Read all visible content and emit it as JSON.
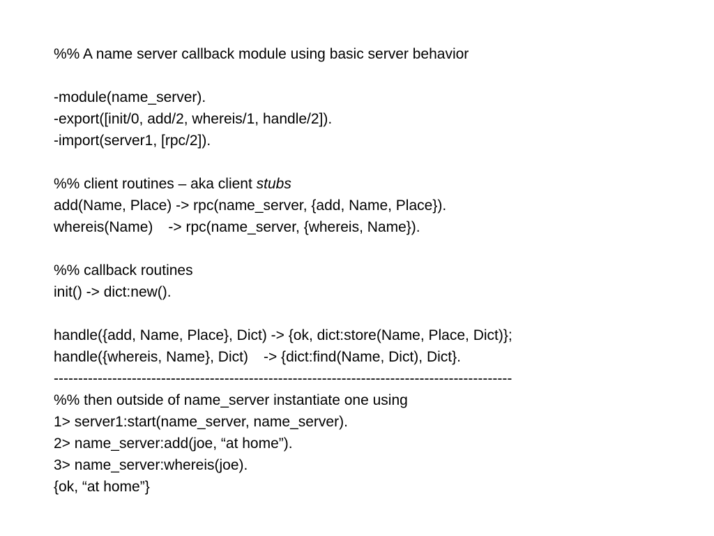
{
  "slide": {
    "lines": {
      "comment_header": "%% A name server callback module using basic server behavior",
      "module_decl": "-module(name_server).",
      "export_decl": "-export([init/0, add/2, whereis/1, handle/2]).",
      "import_decl": "-import(server1, [rpc/2]).",
      "client_comment_prefix": "%% client routines – aka client ",
      "client_comment_italic": "stubs",
      "add_func": "add(Name, Place) -> rpc(name_server, {add, Name, Place}).",
      "whereis_head": "whereis(Name)",
      "whereis_body": "-> rpc(name_server, {whereis, Name}).",
      "callback_comment": "%% callback routines",
      "init_func": "init() -> dict:new().",
      "handle_add": "handle({add, Name, Place}, Dict) -> {ok, dict:store(Name, Place, Dict)};",
      "handle_whereis_head": "handle({whereis, Name}, Dict)",
      "handle_whereis_body": "-> {dict:find(Name, Dict), Dict}.",
      "separator": "----------------------------------------------------------------------------------------------",
      "outside_comment": "%% then outside of name_server instantiate one using",
      "shell_1": "1> server1:start(name_server, name_server).",
      "shell_2": "2> name_server:add(joe, “at home”).",
      "shell_3": "3> name_server:whereis(joe).",
      "shell_result": "{ok, “at home”}"
    }
  }
}
